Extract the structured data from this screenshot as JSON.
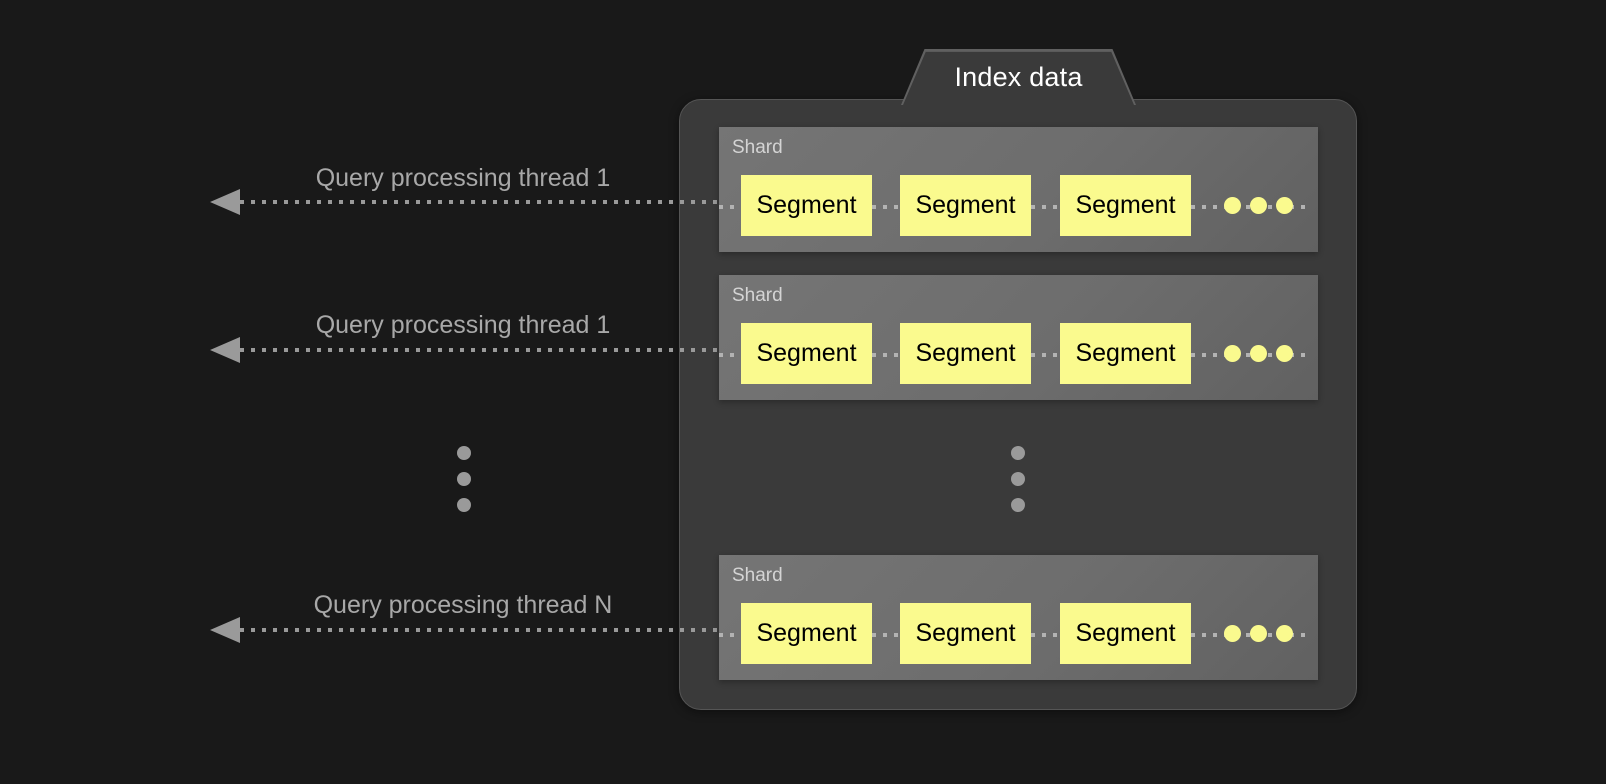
{
  "diagram": {
    "title": "Index data",
    "background_color": "#191919",
    "container_color": "#3a3a3a",
    "shard_color": "#6e6e6e",
    "segment_color": "#fafa8e",
    "accent_text_color": "#a8a8a8"
  },
  "threads": [
    {
      "label": "Query processing thread 1"
    },
    {
      "label": "Query processing thread 1"
    },
    {
      "label": "Query processing thread N"
    }
  ],
  "shards": [
    {
      "label": "Shard",
      "segments": [
        {
          "label": "Segment"
        },
        {
          "label": "Segment"
        },
        {
          "label": "Segment"
        }
      ],
      "more_indicator": "three-dots"
    },
    {
      "label": "Shard",
      "segments": [
        {
          "label": "Segment"
        },
        {
          "label": "Segment"
        },
        {
          "label": "Segment"
        }
      ],
      "more_indicator": "three-dots"
    },
    {
      "label": "Shard",
      "segments": [
        {
          "label": "Segment"
        },
        {
          "label": "Segment"
        },
        {
          "label": "Segment"
        }
      ],
      "more_indicator": "three-dots"
    }
  ],
  "ellipsis": {
    "left_icon": "vertical-ellipsis-icon",
    "inner_icon": "vertical-ellipsis-icon"
  }
}
